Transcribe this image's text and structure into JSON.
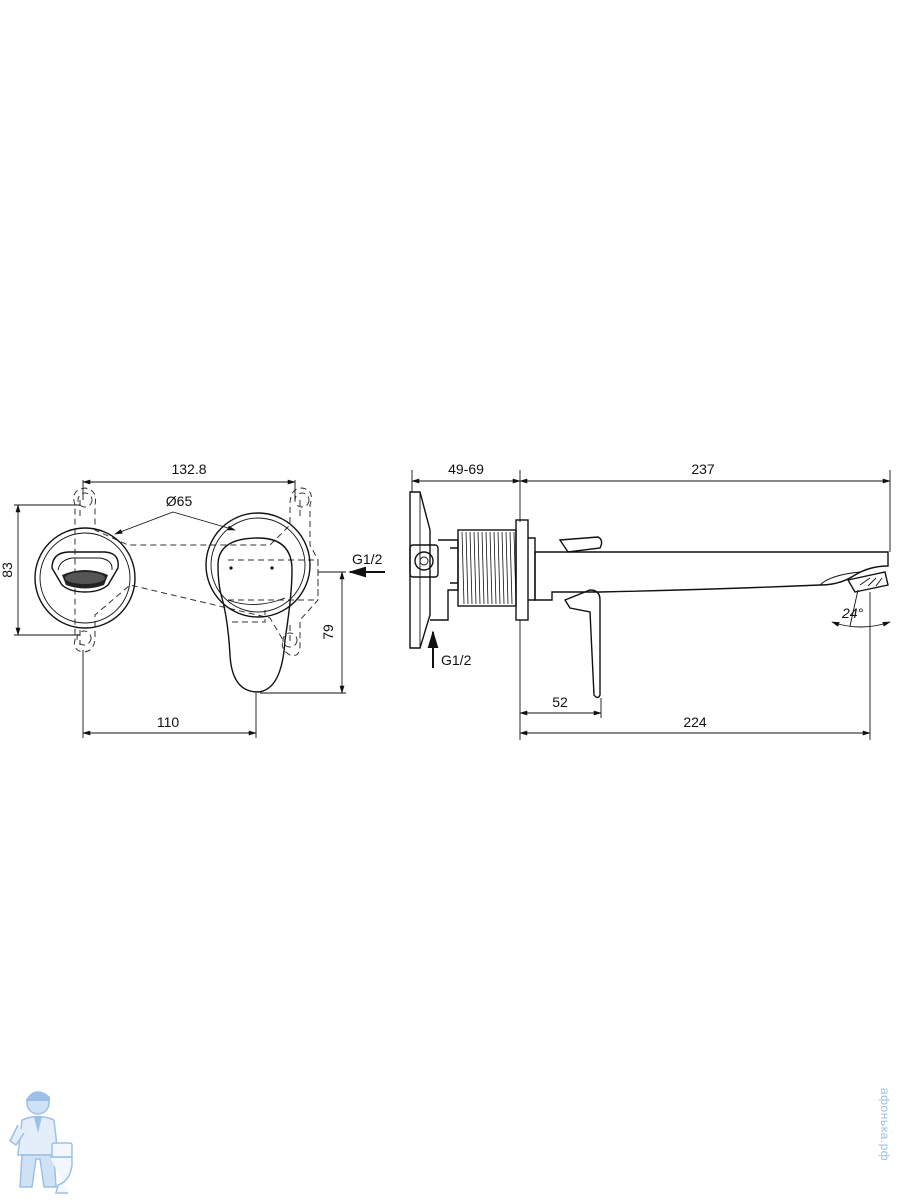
{
  "front_view": {
    "dim_width_outer": "132.8",
    "dim_diameter": "Ø65",
    "dim_height_left": "83",
    "dim_height_right": "79",
    "dim_bottom": "110",
    "inlet_label": "G1/2"
  },
  "side_view": {
    "dim_wall_range": "49-69",
    "dim_spout_top": "237",
    "dim_lever": "52",
    "dim_spout_bottom": "224",
    "angle": "24°",
    "inlet_label": "G1/2"
  },
  "watermark": {
    "text": "афонька.рф"
  },
  "colors": {
    "ink": "#111111",
    "watermark": "#9cc0e6"
  }
}
